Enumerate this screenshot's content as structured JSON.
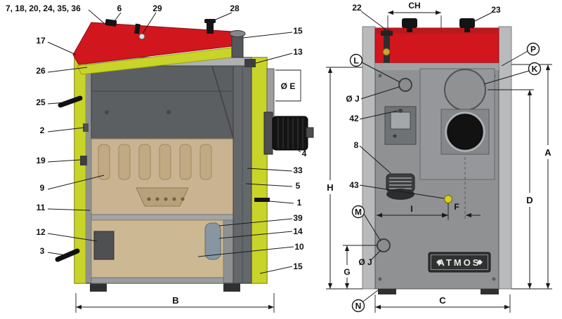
{
  "colors": {
    "red": "#d2161e",
    "red_dark": "#8d0f14",
    "lime": "#c9d428",
    "lime_dark": "#97a117",
    "body_gray": "#8e9092",
    "panel_light": "#b8babc",
    "chamber_dark": "#5c5f61",
    "firebox_tan": "#c9b391",
    "line": "#1a1a1a",
    "background": "#ffffff"
  },
  "left": {
    "top": {
      "group": "7, 18, 20, 24, 35, 36",
      "n6": "6",
      "n29": "29",
      "n28": "28"
    },
    "side": {
      "n17": "17",
      "n26": "26",
      "n25": "25",
      "n2": "2",
      "n19": "19",
      "n9": "9",
      "n11": "11",
      "n12": "12",
      "n3": "3"
    },
    "right": {
      "n15a": "15",
      "n13": "13",
      "n4": "4",
      "n33": "33",
      "n5": "5",
      "n1": "1",
      "n39": "39",
      "n14": "14",
      "n10": "10",
      "n15b": "15"
    },
    "dims": {
      "e": "Ø E",
      "b": "B"
    }
  },
  "right": {
    "nums": {
      "n22": "22",
      "n23": "23",
      "n42": "42",
      "n8": "8",
      "n43": "43"
    },
    "circled": {
      "l": "L",
      "p": "P",
      "k": "K",
      "m": "M",
      "n": "N"
    },
    "dims": {
      "ch": "CH",
      "j_top": "Ø J",
      "j_bottom": "Ø J",
      "h": "H",
      "g": "G",
      "a": "A",
      "d": "D",
      "i": "I",
      "f": "F",
      "c": "C"
    },
    "brand": "ATMOS"
  }
}
